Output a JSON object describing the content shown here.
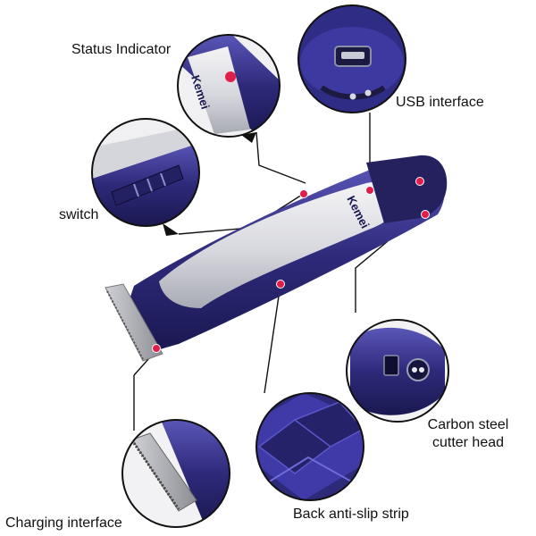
{
  "product": {
    "brand_text": "Kemei",
    "accent_color": "#2e2a7a",
    "body_color": "#e6e6ea",
    "indicator_color": "#e01e4a"
  },
  "callouts": {
    "status_indicator": "Status Indicator",
    "usb_interface": "USB interface",
    "switch": "switch",
    "carbon_steel_cutter_head": "Carbon steel\ncutter head",
    "charging_interface": "Charging interface",
    "back_anti_slip_strip": "Back anti-slip strip"
  },
  "icons": {
    "usb_port": "micro-usb-port-icon",
    "dc_socket": "dc-socket-icon",
    "indicator_dot": "red-dot-icon"
  }
}
